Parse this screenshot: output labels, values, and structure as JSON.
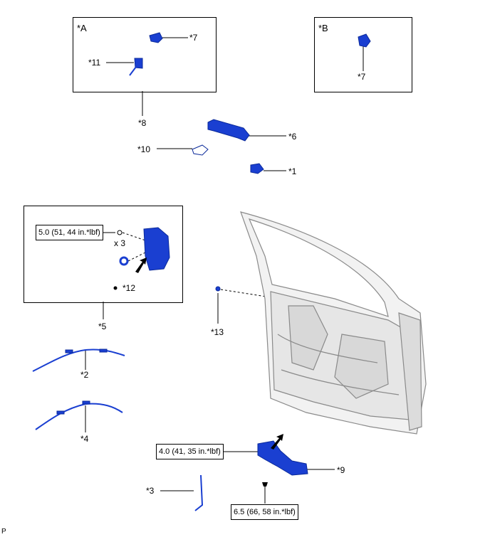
{
  "colors": {
    "part_fill": "#1a3fd1",
    "part_dark": "#0b2a9a",
    "door_fill": "#f2f2f2",
    "door_stroke": "#8a8a8a",
    "line": "#000000"
  },
  "boxes": {
    "a": {
      "label": "*A"
    },
    "b": {
      "label": "*B"
    },
    "five": {}
  },
  "labels": {
    "p7a": "*7",
    "p11": "*11",
    "p7b": "*7",
    "p8": "*8",
    "p6": "*6",
    "p10": "*10",
    "p1": "*1",
    "p12": "*12",
    "x3": "x 3",
    "p5": "*5",
    "p13": "*13",
    "p2": "*2",
    "p4": "*4",
    "p9": "*9",
    "p3": "*3",
    "corner": "P"
  },
  "torques": {
    "t1": "5.0 (51, 44 in.*lbf)",
    "t2": "4.0 (41, 35 in.*lbf)",
    "t3": "6.5 (66, 58 in.*lbf)"
  }
}
